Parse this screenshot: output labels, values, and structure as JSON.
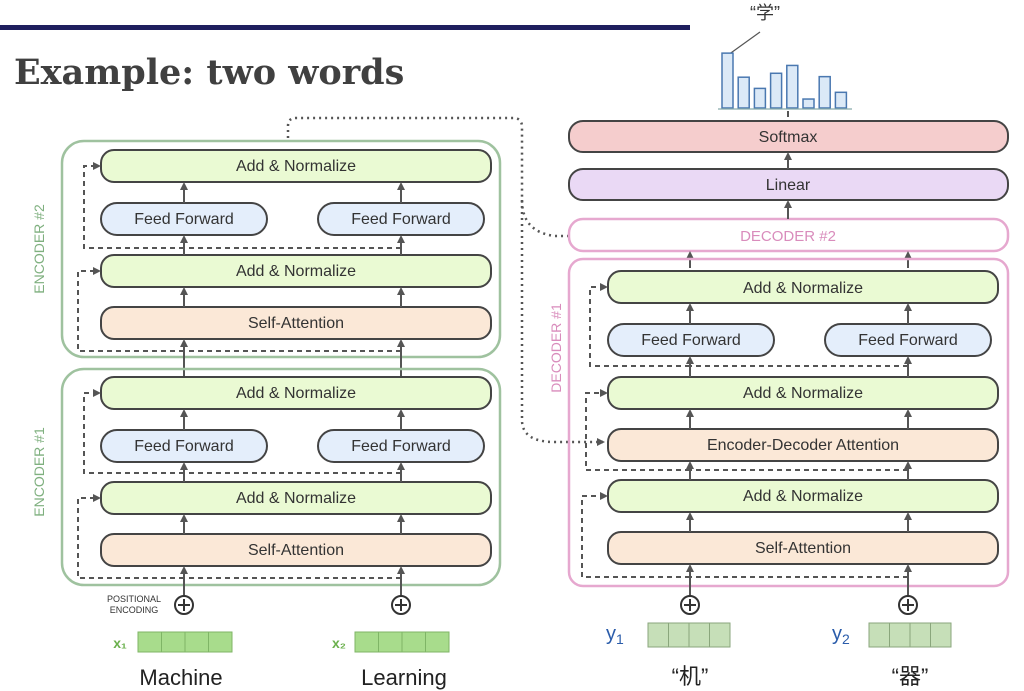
{
  "slide": {
    "title": "Example: two words",
    "softmax_label": "“学”"
  },
  "encoder": {
    "enc2_label": "ENCODER #2",
    "enc1_label": "ENCODER #1",
    "enc2": {
      "add_norm_top": "Add & Normalize",
      "ff_left": "Feed Forward",
      "ff_right": "Feed Forward",
      "add_norm_bottom": "Add & Normalize",
      "self_attention": "Self-Attention"
    },
    "enc1": {
      "add_norm_top": "Add & Normalize",
      "ff_left": "Feed Forward",
      "ff_right": "Feed Forward",
      "add_norm_bottom": "Add & Normalize",
      "self_attention": "Self-Attention"
    },
    "positional_encoding": [
      "POSITIONAL",
      "ENCODING"
    ],
    "inputs": [
      {
        "sub": "x₁",
        "word": "Machine"
      },
      {
        "sub": "x₂",
        "word": "Learning"
      }
    ]
  },
  "decoder": {
    "softmax": "Softmax",
    "linear": "Linear",
    "dec2_label": "DECODER #2",
    "dec1_label": "DECODER #1",
    "dec1": {
      "add_norm_top": "Add & Normalize",
      "ff_left": "Feed Forward",
      "ff_right": "Feed Forward",
      "add_norm_mid": "Add & Normalize",
      "enc_dec_attention": "Encoder-Decoder Attention",
      "add_norm_low": "Add & Normalize",
      "self_attention": "Self-Attention"
    },
    "inputs": [
      {
        "label": "y",
        "sub": "1",
        "word": "“机”"
      },
      {
        "label": "y",
        "sub": "2",
        "word": "“器”"
      }
    ]
  },
  "colors": {
    "encoder_border": "#9fc29f",
    "decoder_border": "#e6a8cf",
    "add_norm": "#eafad3",
    "feed_forward": "#e4eefb",
    "self_attention": "#fbe8d7",
    "softmax": "#f5cdcd",
    "linear": "#ead9f5",
    "arrow": "#555555",
    "title": "#404040",
    "accent_line": "#1f1f5e",
    "y_label": "#2a5caa"
  },
  "softmax_output": {
    "bars": [
      0.98,
      0.55,
      0.35,
      0.62,
      0.76,
      0.16,
      0.56,
      0.28
    ]
  }
}
